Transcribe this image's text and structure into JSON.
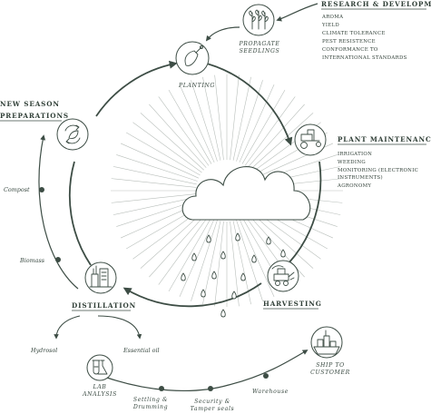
{
  "colors": {
    "ink": "#2f3e36",
    "line": "#3d4d45",
    "ray": "#b9bfbb",
    "background": "#ffffff"
  },
  "research": {
    "title": "RESEARCH & DEVELOPMENT",
    "items": [
      "AROMA",
      "YIELD",
      "CLIMATE TOLERANCE",
      "PEST RESISTENCE",
      "CONFORMANCE TO",
      "INTERNATIONAL STANDARDS"
    ]
  },
  "propagate": {
    "line1": "PROPAGATE",
    "line2": "SEEDLINGS",
    "icon": "seedlings-icon"
  },
  "planting": {
    "label": "PLANTING",
    "icon": "trowel-icon"
  },
  "plant_maintenance": {
    "title": "PLANT MAINTENANCE",
    "items": [
      "IRRIGATION",
      "WEEDING",
      "MONITORING (ELECTRONIC",
      "INSTRUMENTS)",
      "AGRONOMY"
    ],
    "icon": "tractor-icon"
  },
  "harvesting": {
    "label": "HARVESTING",
    "icon": "harvester-icon"
  },
  "distillation": {
    "label": "DISTILLATION",
    "icon": "distillery-icon"
  },
  "new_season": {
    "line1": "NEW SEASON",
    "line2": "PREPARATIONS",
    "icon": "recycle-leaf-icon"
  },
  "cycle_steps": {
    "compost": "Compost",
    "biomass": "Biomass"
  },
  "outputs": {
    "hydrosol": "Hydrosol",
    "essential_oil": "Essential oil"
  },
  "lab": {
    "line1": "LAB",
    "line2": "ANALYSIS",
    "icon": "lab-flask-icon"
  },
  "shipping_steps": {
    "settling_line1": "Settling &",
    "settling_line2": "Drumming",
    "security_line1": "Security &",
    "security_line2": "Tamper seals",
    "warehouse": "Warehouse"
  },
  "ship": {
    "line1": "SHIP TO",
    "line2": "CUSTOMER",
    "icon": "ship-icon"
  },
  "center": {
    "icon": "rain-cloud-icon"
  }
}
